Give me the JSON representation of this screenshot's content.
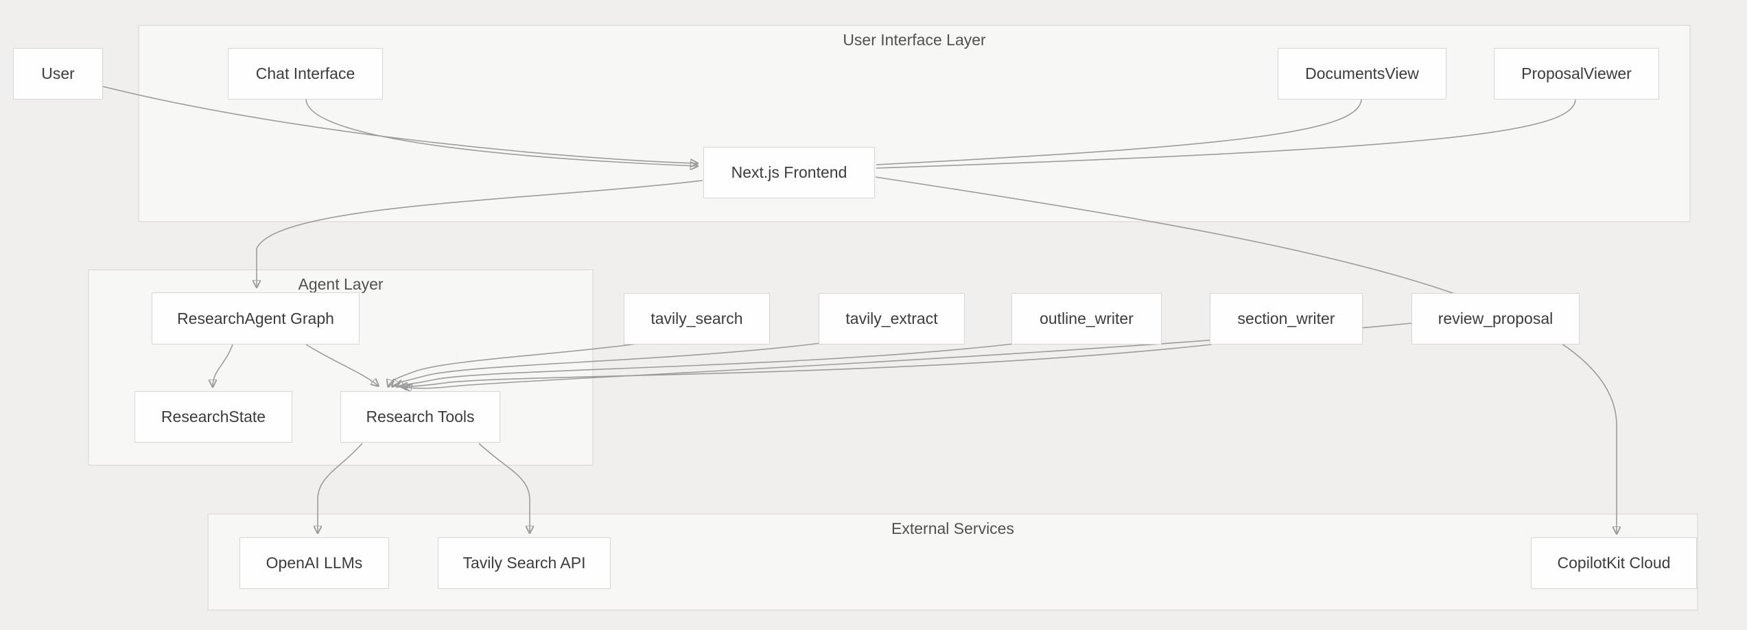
{
  "diagram": {
    "type": "architecture-flowchart",
    "groups": [
      {
        "id": "ui_layer",
        "label": "User Interface Layer"
      },
      {
        "id": "agent_layer",
        "label": "Agent Layer"
      },
      {
        "id": "external_services",
        "label": "External Services"
      }
    ],
    "nodes": [
      {
        "id": "user",
        "label": "User",
        "group": null
      },
      {
        "id": "chat_interface",
        "label": "Chat Interface",
        "group": "ui_layer"
      },
      {
        "id": "documents_view",
        "label": "DocumentsView",
        "group": "ui_layer"
      },
      {
        "id": "proposal_viewer",
        "label": "ProposalViewer",
        "group": "ui_layer"
      },
      {
        "id": "nextjs_frontend",
        "label": "Next.js Frontend",
        "group": "ui_layer"
      },
      {
        "id": "research_agent_graph",
        "label": "ResearchAgent Graph",
        "group": "agent_layer"
      },
      {
        "id": "tavily_search",
        "label": "tavily_search",
        "group": null
      },
      {
        "id": "tavily_extract",
        "label": "tavily_extract",
        "group": null
      },
      {
        "id": "outline_writer",
        "label": "outline_writer",
        "group": null
      },
      {
        "id": "section_writer",
        "label": "section_writer",
        "group": null
      },
      {
        "id": "review_proposal",
        "label": "review_proposal",
        "group": null
      },
      {
        "id": "research_state",
        "label": "ResearchState",
        "group": "agent_layer"
      },
      {
        "id": "research_tools",
        "label": "Research Tools",
        "group": "agent_layer"
      },
      {
        "id": "openai_llms",
        "label": "OpenAI LLMs",
        "group": "external_services"
      },
      {
        "id": "tavily_search_api",
        "label": "Tavily Search API",
        "group": "external_services"
      },
      {
        "id": "copilotkit_cloud",
        "label": "CopilotKit Cloud",
        "group": "external_services"
      }
    ],
    "edges": [
      {
        "from": "user",
        "to": "nextjs_frontend",
        "arrowhead": true
      },
      {
        "from": "chat_interface",
        "to": "nextjs_frontend",
        "arrowhead": true
      },
      {
        "from": "documents_view",
        "to": "nextjs_frontend",
        "arrowhead": false
      },
      {
        "from": "proposal_viewer",
        "to": "nextjs_frontend",
        "arrowhead": false
      },
      {
        "from": "nextjs_frontend",
        "to": "research_agent_graph",
        "arrowhead": true
      },
      {
        "from": "nextjs_frontend",
        "to": "copilotkit_cloud",
        "arrowhead": true
      },
      {
        "from": "research_agent_graph",
        "to": "research_state",
        "arrowhead": true
      },
      {
        "from": "research_agent_graph",
        "to": "research_tools",
        "arrowhead": true
      },
      {
        "from": "tavily_search",
        "to": "research_tools",
        "arrowhead": true
      },
      {
        "from": "tavily_extract",
        "to": "research_tools",
        "arrowhead": true
      },
      {
        "from": "outline_writer",
        "to": "research_tools",
        "arrowhead": true
      },
      {
        "from": "section_writer",
        "to": "research_tools",
        "arrowhead": true
      },
      {
        "from": "review_proposal",
        "to": "research_tools",
        "arrowhead": true
      },
      {
        "from": "research_tools",
        "to": "openai_llms",
        "arrowhead": true
      },
      {
        "from": "research_tools",
        "to": "tavily_search_api",
        "arrowhead": true
      }
    ],
    "colors": {
      "canvas_bg": "#f0efed",
      "group_bg": "#f7f7f6",
      "group_border": "#e4e3e1",
      "node_bg": "#fefefe",
      "node_border": "#d8d7d5",
      "edge_line": "#9c9c9c",
      "arrowhead": "#8d8d8d",
      "node_text": "#3c3c3c",
      "group_label_text": "#515151"
    }
  }
}
